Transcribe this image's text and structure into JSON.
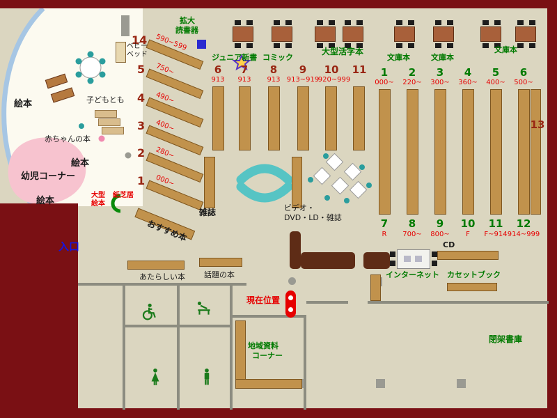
{
  "palette": {
    "outer_wall": "#7a1014",
    "floor": "#dbd6c0",
    "shelf": "#c1924c",
    "counter": "#5e2c16",
    "bench_cyan": "#56c4c4",
    "rug_pink": "#f7c3cf",
    "label_green": "#007a00",
    "label_red": "#e60000",
    "entrance_blue": "#1414e6"
  },
  "children_area": {
    "ehon_top": "絵本",
    "ehon_mid": "絵本",
    "ehon_bottom": "絵本",
    "yoji_corner": "幼児コーナー",
    "akachan_books": "赤ちゃんの本",
    "kodomo_tomo": "子どもとも",
    "baby_bed_1": "ベビー",
    "baby_bed_2": "ベッド",
    "ogata_ehon_1": "大型",
    "ogata_ehon_2": "絵本",
    "kamishibai": "紙芝居"
  },
  "top_labels": {
    "kakudai_1": "拡大",
    "kakudai_2": "読書器",
    "junior_shinsho": "ジュニア新書",
    "comic": "コミック",
    "ogata_katsuji": "大型活字本",
    "bunko_1": "文庫本",
    "bunko_2": "文庫本",
    "bunko_3": "文庫本"
  },
  "diagonal_shelves": [
    {
      "num": "14",
      "range": "590~599"
    },
    {
      "num": "5",
      "range": "750~"
    },
    {
      "num": "4",
      "range": "490~"
    },
    {
      "num": "3",
      "range": "400~"
    },
    {
      "num": "2",
      "range": "280~"
    },
    {
      "num": "1",
      "range": "000~"
    }
  ],
  "upper_left_columns": [
    {
      "num": "6",
      "range": "913"
    },
    {
      "num": "7",
      "range": "913"
    },
    {
      "num": "8",
      "range": "913"
    },
    {
      "num": "9",
      "range": "913~919"
    },
    {
      "num": "10",
      "range": "920~999"
    },
    {
      "num": "11",
      "range": ""
    }
  ],
  "upper_right_columns": [
    {
      "num": "1",
      "range": "000~"
    },
    {
      "num": "2",
      "range": "220~"
    },
    {
      "num": "3",
      "range": "300~"
    },
    {
      "num": "4",
      "range": "360~"
    },
    {
      "num": "5",
      "range": "400~"
    },
    {
      "num": "6",
      "range": "500~"
    }
  ],
  "lower_right_columns": [
    {
      "num": "7",
      "range": "R"
    },
    {
      "num": "8",
      "range": "700~"
    },
    {
      "num": "9",
      "range": "800~"
    },
    {
      "num": "10",
      "range": "F"
    },
    {
      "num": "11",
      "range": "F~914"
    },
    {
      "num": "12",
      "range": "914~999"
    }
  ],
  "right_wall_column": {
    "num": "13"
  },
  "center_labels": {
    "zasshi": "雑誌",
    "video_1": "ビデオ・",
    "video_2": "DVD・LD・雑誌",
    "osusume": "おすすめ本"
  },
  "entrance_label": "入口",
  "service_labels": {
    "atarashii_hon": "あたらしい本",
    "wadai_no_hon": "話題の本",
    "genzai_ichi": "現在位置",
    "cd": "CD",
    "internet": "インターネット",
    "cassette_book": "カセットブック"
  },
  "room_labels": {
    "chiiki_1": "地域資料",
    "chiiki_2": "コーナー",
    "heika_shoko": "閉架書庫"
  }
}
